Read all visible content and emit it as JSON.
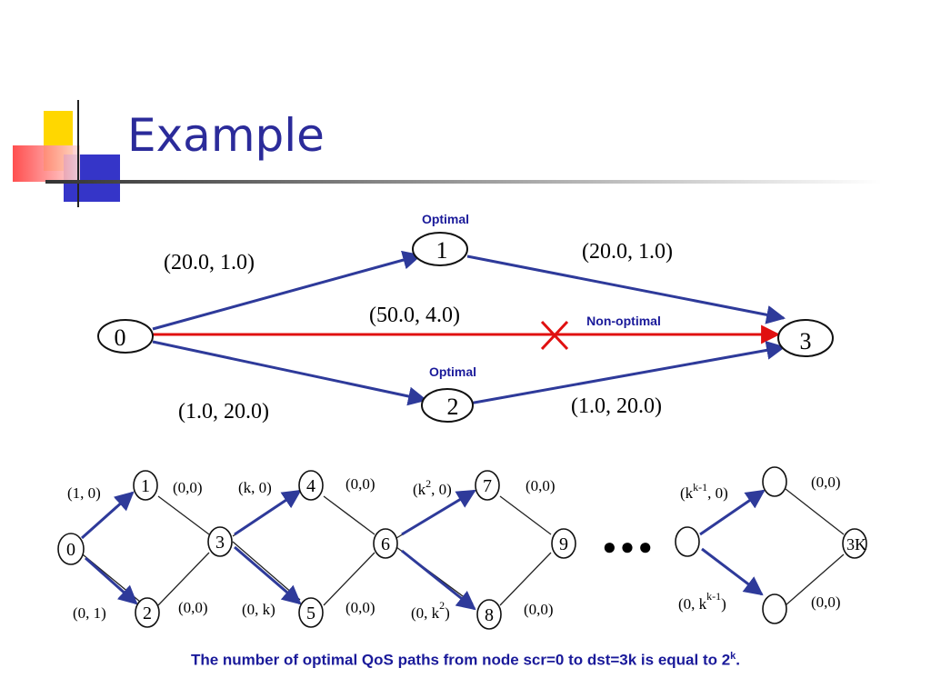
{
  "title": "Example",
  "top_graph": {
    "nodes": [
      "0",
      "1",
      "2",
      "3"
    ],
    "edge_labels": {
      "e01": "(20.0, 1.0)",
      "e13": "(20.0, 1.0)",
      "e03": "(50.0, 4.0)",
      "e02": "(1.0, 20.0)",
      "e23": "(1.0, 20.0)"
    },
    "annotations": {
      "optimal_top": "Optimal",
      "optimal_bottom": "Optimal",
      "non_optimal": "Non-optimal"
    },
    "colors": {
      "optimal_edge": "#2e3a9a",
      "non_optimal_edge": "#e01010",
      "annotation": "#1a1a9a"
    }
  },
  "chain_graph": {
    "nodes": [
      "0",
      "1",
      "2",
      "3",
      "4",
      "5",
      "6",
      "7",
      "8",
      "9",
      "3K"
    ],
    "labels": {
      "n1_up": "(1, 0)",
      "n1_right": "(0,0)",
      "n2_down": "(0, 1)",
      "n2_right": "(0,0)",
      "n4_up": "(k, 0)",
      "n4_right": "(0,0)",
      "n5_down": "(0, k)",
      "n5_right": "(0,0)",
      "n7_up_base": "(k",
      "n7_up_exp": "2",
      "n7_up_tail": ", 0)",
      "n7_right": "(0,0)",
      "n8_down_base": "(0, k",
      "n8_down_exp": "2",
      "n8_down_tail": ")",
      "n8_right": "(0,0)",
      "last_up_base": "(k",
      "last_up_exp": "k-1",
      "last_up_tail": ", 0)",
      "last_up_right": "(0,0)",
      "last_down_base": "(0, k",
      "last_down_exp": "k-1",
      "last_down_tail": ")",
      "last_down_right": "(0,0)"
    },
    "ellipsis": "●●●"
  },
  "caption": {
    "text": "The number of optimal QoS paths from node scr=0 to dst=3k is equal to 2",
    "exponent": "k",
    "end": "."
  },
  "decoration_colors": {
    "yellow": "#ffd700",
    "blue": "#3333cc",
    "red": "#ff4444",
    "rule": "#555555"
  }
}
